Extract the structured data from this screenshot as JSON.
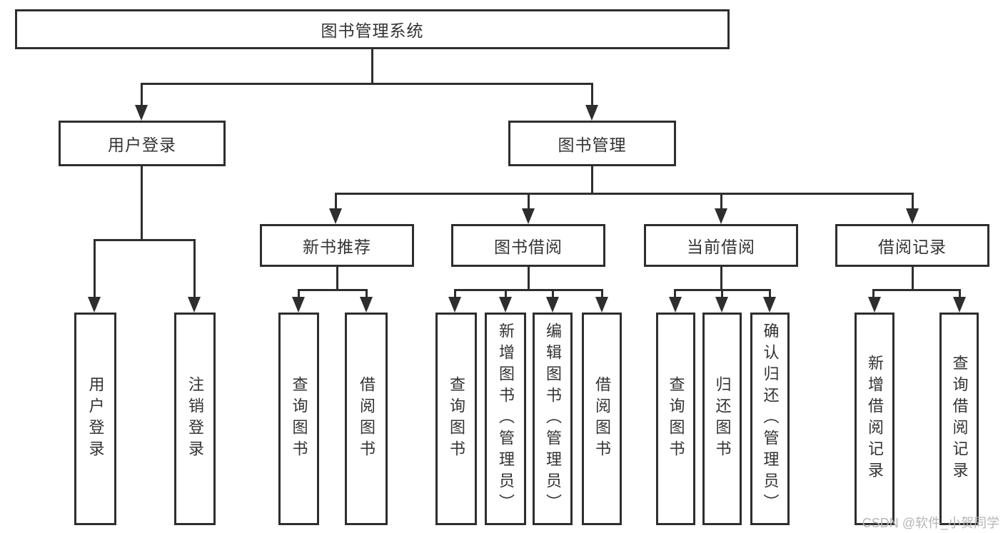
{
  "tree": {
    "label": "图书管理系统",
    "children": [
      {
        "label": "用户登录",
        "children": [
          {
            "label": "用户登录"
          },
          {
            "label": "注销登录"
          }
        ]
      },
      {
        "label": "图书管理",
        "children": [
          {
            "label": "新书推荐",
            "children": [
              {
                "label": "查询图书"
              },
              {
                "label": "借阅图书"
              }
            ]
          },
          {
            "label": "图书借阅",
            "children": [
              {
                "label": "查询图书"
              },
              {
                "label": "新增图书（管理员）"
              },
              {
                "label": "编辑图书（管理员）"
              },
              {
                "label": "借阅图书"
              }
            ]
          },
          {
            "label": "当前借阅",
            "children": [
              {
                "label": "查询图书"
              },
              {
                "label": "归还图书"
              },
              {
                "label": "确认归还（管理员）"
              }
            ]
          },
          {
            "label": "借阅记录",
            "children": [
              {
                "label": "新增借阅记录"
              },
              {
                "label": "查询借阅记录"
              }
            ]
          }
        ]
      }
    ]
  },
  "watermark": {
    "text": "CSDN @软件_小贺同学"
  },
  "colors": {
    "line": "#2e2e2e",
    "text": "#333333",
    "watermark": "#b6b6b6",
    "background": "#ffffff"
  }
}
